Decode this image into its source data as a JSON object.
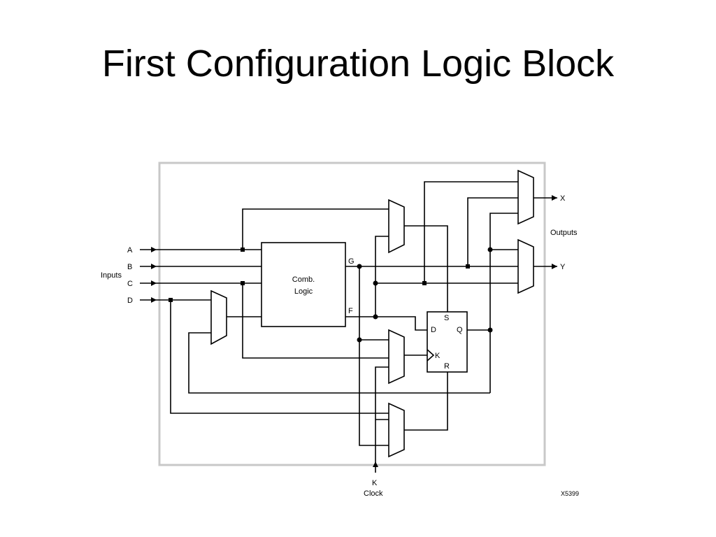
{
  "title": "First Configuration Logic Block",
  "diagram": {
    "inputs_label": "Inputs",
    "outputs_label": "Outputs",
    "inputs": [
      "A",
      "B",
      "C",
      "D"
    ],
    "outputs": [
      "X",
      "Y"
    ],
    "comb_logic_line1": "Comb.",
    "comb_logic_line2": "Logic",
    "comb_outputs": [
      "G",
      "F"
    ],
    "flipflop_pins": {
      "s": "S",
      "d": "D",
      "q": "Q",
      "k": "K",
      "r": "R"
    },
    "clock_pin": "K",
    "clock_label": "Clock",
    "figure_id": "X5399"
  }
}
